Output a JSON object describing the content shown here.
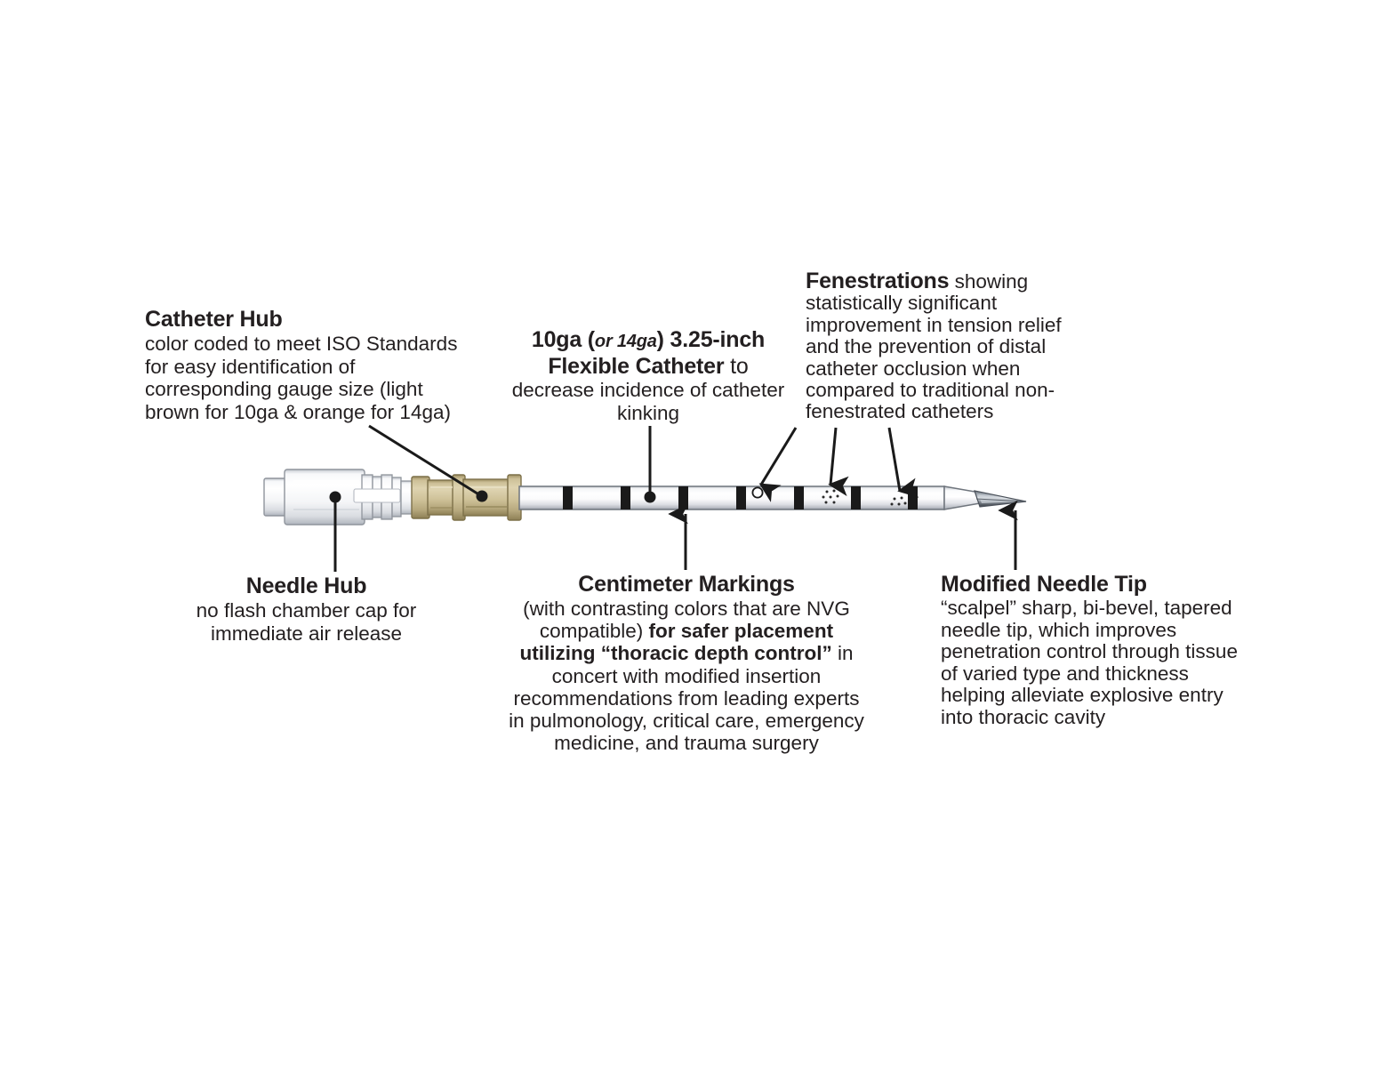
{
  "diagram": {
    "subject": "fenestrated needle-decompression catheter",
    "background_color": "#ffffff",
    "text_color": "#231f20"
  },
  "callouts": {
    "catheter_hub": {
      "title": "Catheter Hub",
      "body": "color coded to meet ISO Standards for easy identification of corresponding gauge size (light brown for 10ga & orange for 14ga)"
    },
    "flexible_catheter": {
      "title_part1": "10ga (",
      "title_italic": "or 14ga",
      "title_part2": ") 3.25-inch",
      "title_line2": "Flexible Catheter",
      "title_tail": " to",
      "body": "decrease incidence of catheter kinking"
    },
    "fenestrations": {
      "title": "Fenestrations",
      "body": " showing statistically significant improvement in tension relief and the prevention of distal catheter occlusion when compared to traditional non-fenestrated catheters"
    },
    "needle_hub": {
      "title": "Needle Hub",
      "body": "no flash chamber cap for immediate air release"
    },
    "centimeter_markings": {
      "title": "Centimeter Markings",
      "body_part1": "(with contrasting colors that are NVG compatible) ",
      "body_bold": "for safer placement utilizing “thoracic depth control”",
      "body_part2": " in concert with modified insertion recommendations from leading experts in pulmonology, critical care, emergency medicine, and trauma surgery"
    },
    "needle_tip": {
      "title": "Modified Needle Tip",
      "body": "“scalpel” sharp, bi-bevel, tapered needle tip, which improves penetration control through tissue of varied type and thickness helping alleviate explosive entry into thoracic cavity"
    }
  },
  "device": {
    "parts": [
      {
        "name": "needle-hub",
        "label": "Needle Hub",
        "color": "#eef1f4"
      },
      {
        "name": "catheter-hub",
        "label": "Catheter Hub",
        "color": "#c9bc93"
      },
      {
        "name": "catheter-shaft",
        "label": "Flexible Catheter",
        "color": "#f2f3f5"
      },
      {
        "name": "needle-tip",
        "label": "Modified Needle Tip",
        "color": "#6b7178"
      }
    ],
    "centimeter_band_color": "#1a1a1a",
    "centimeter_band_count": 7,
    "centimeter_band_x": [
      638,
      703,
      768,
      833,
      898,
      962,
      1026
    ],
    "fenestration_count": 3,
    "catheter_hub_color": "#c9bc93",
    "catheter_hub_color_note": "light brown for 10ga",
    "alternate_hub_color": "#f07f1a",
    "alternate_hub_color_note": "orange for 14ga"
  }
}
